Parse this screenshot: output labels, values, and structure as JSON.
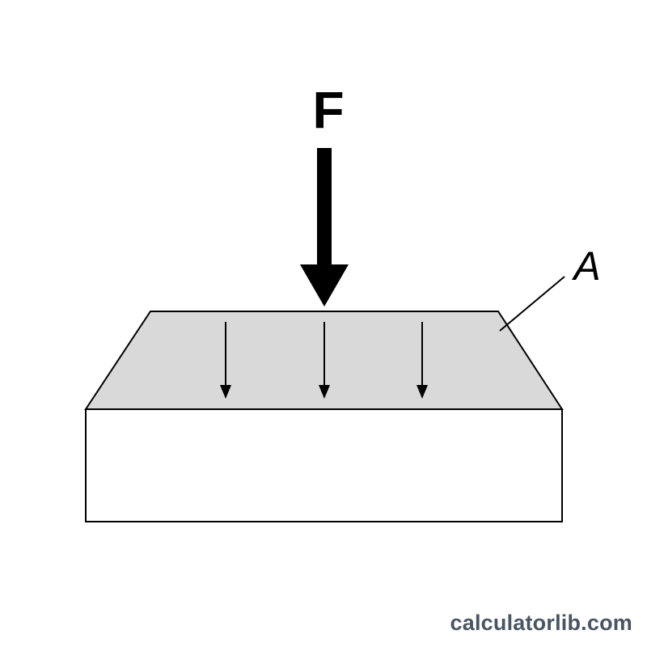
{
  "labels": {
    "force": "F",
    "area": "A"
  },
  "watermark": "calculatorlib.com",
  "colors": {
    "top_face": "#d9d9d9",
    "front_face": "#ffffff",
    "stroke": "#000000",
    "watermark": "#4a5563"
  }
}
